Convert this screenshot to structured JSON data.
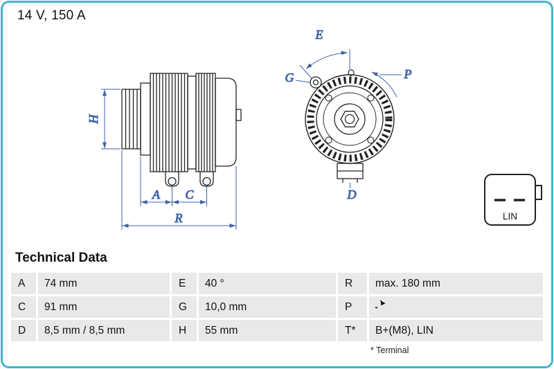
{
  "header": {
    "rating": "14 V, 150 A"
  },
  "colors": {
    "frame": "#41b7ca",
    "dimension_blue": "#3f63a8",
    "drawing_line": "#222222",
    "table_cell_gray": "#e9e9e9"
  },
  "diagram": {
    "side_view": {
      "dim_h": "H",
      "dim_a": "A",
      "dim_c": "C",
      "dim_r": "R"
    },
    "front_view": {
      "dim_e": "E",
      "dim_g": "G",
      "dim_p": "P",
      "dim_d": "D"
    },
    "connector": {
      "label": "LIN"
    }
  },
  "technical_data": {
    "title": "Technical Data",
    "rows": [
      {
        "cells": [
          {
            "k": "A",
            "v": "74 mm"
          },
          {
            "k": "E",
            "v": "40 °"
          },
          {
            "k": "R",
            "v": "max. 180 mm"
          }
        ]
      },
      {
        "cells": [
          {
            "k": "C",
            "v": "91 mm"
          },
          {
            "k": "G",
            "v": "10,0 mm"
          },
          {
            "k": "P",
            "v": "",
            "icon": "rotation-clockwise"
          }
        ]
      },
      {
        "cells": [
          {
            "k": "D",
            "v": "8,5 mm / 8,5 mm"
          },
          {
            "k": "H",
            "v": "55 mm"
          },
          {
            "k": "T*",
            "v": "B+(M8), LIN"
          }
        ]
      }
    ],
    "footnote": "* Terminal"
  }
}
